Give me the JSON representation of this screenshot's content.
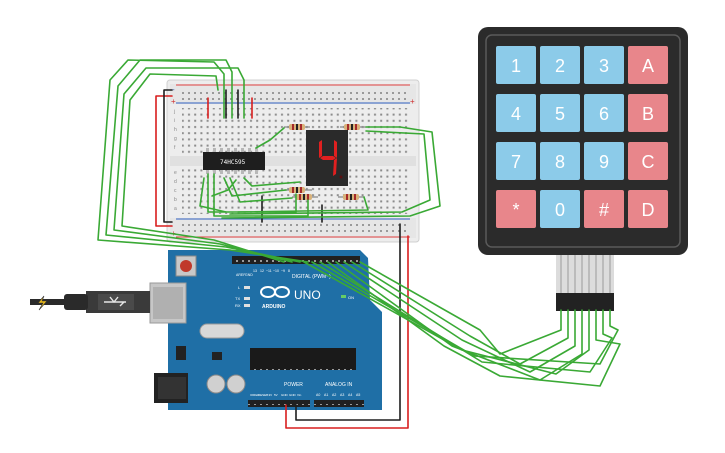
{
  "colors": {
    "wire_green": "#3aa935",
    "wire_red": "#d81e1e",
    "wire_black": "#1e1e1e",
    "arduino_blue": "#1f6fa6",
    "keypad_body": "#2b2b2b",
    "key_blue": "#8ccbe9",
    "key_red": "#e8868b",
    "segment_red": "#e02020",
    "breadboard": "#eeeeee"
  },
  "shift_register": {
    "label": "74HC595"
  },
  "display": {
    "digit": "4"
  },
  "keypad": {
    "keys": [
      "1",
      "2",
      "3",
      "A",
      "4",
      "5",
      "6",
      "B",
      "7",
      "8",
      "9",
      "C",
      "*",
      "0",
      "#",
      "D"
    ],
    "key_colors": [
      "blue",
      "blue",
      "blue",
      "red",
      "blue",
      "blue",
      "blue",
      "red",
      "blue",
      "blue",
      "blue",
      "red",
      "red",
      "blue",
      "red",
      "red"
    ]
  },
  "arduino": {
    "model": "UNO",
    "brand": "ARDUINO",
    "digital_label": "DIGITAL (PWM~)",
    "power_label": "POWER",
    "analog_label": "ANALOG IN",
    "on_label": "ON",
    "l_label": "L",
    "tx_label": "TX",
    "rx_label": "RX",
    "aref_label": "AREF",
    "gnd_label": "GND",
    "digital_pins": [
      "13",
      "12",
      "~11",
      "~10",
      "~9",
      "8",
      "7",
      "~6",
      "~5",
      "4",
      "~3",
      "2",
      "TX 1",
      "RX 0"
    ],
    "power_pins": [
      "IOREF",
      "RESET",
      "3.3V",
      "5V",
      "GND",
      "GND",
      "Vin"
    ],
    "analog_pins": [
      "A0",
      "A1",
      "A2",
      "A3",
      "A4",
      "A5"
    ]
  },
  "breadboard": {
    "rail_plus": "+",
    "rail_minus": "-",
    "row_letters_top": [
      "j",
      "i",
      "h",
      "g",
      "f"
    ],
    "row_letters_bottom": [
      "e",
      "d",
      "c",
      "b",
      "a"
    ]
  }
}
